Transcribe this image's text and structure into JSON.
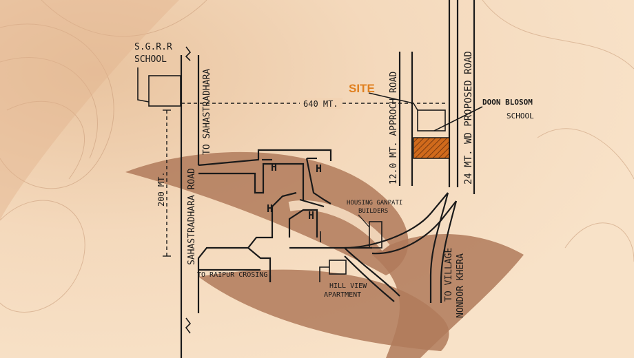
{
  "labels": {
    "sgrr_school": [
      "S.G.R.R",
      "SCHOOL"
    ],
    "to_sahastradhara": "TO SAHASTRADHARA",
    "sahastradhara_road": "SAHASTRADHARA ROAD",
    "dist_200": "200 MT.",
    "dist_640": "640 MT.",
    "site": "SITE",
    "approach_road": "12.0 MT. APPROCH ROAD",
    "proposed_road": "24 MT. WD PROPOSED ROAD",
    "doon_blosom": [
      "DOON BLOSOM",
      "SCHOOL"
    ],
    "housing": [
      "HOUSING GANPATI",
      "BUILDERS"
    ],
    "hill_view": [
      "HILL VIEW",
      "APARTMENT"
    ],
    "raipur": "TO RAIPUR CROSING",
    "village": [
      "TO VILLAGE",
      "NONDOR KHERA"
    ],
    "h_marker": "H"
  },
  "colors": {
    "background": "#f6dcc0",
    "leaf": "#b07a5a",
    "site_accent": "#e0801f",
    "site_fill": "#c8641e",
    "line": "#1a1a1a"
  }
}
